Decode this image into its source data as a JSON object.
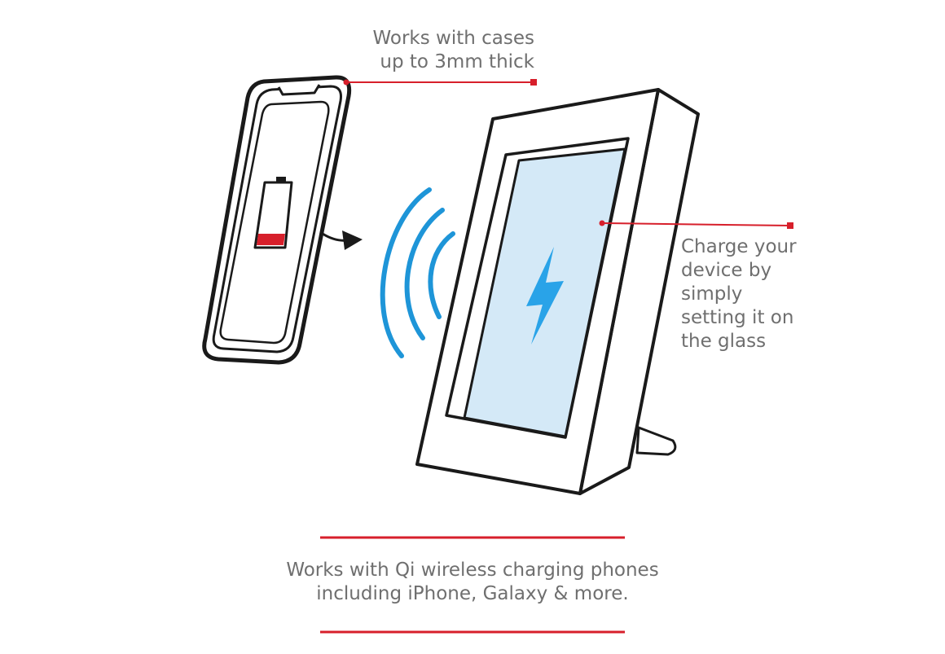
{
  "annotations": {
    "case_note": "Works with cases\nup to 3mm thick",
    "charge_note": "Charge your\ndevice by\nsimply\nsetting it on\nthe glass"
  },
  "footer": {
    "text": "Works with Qi wireless charging phones\nincluding iPhone, Galaxy & more."
  },
  "colors": {
    "accent_red": "#d71f2b",
    "glass_blue": "#d4e9f7",
    "bolt_blue": "#29a3e8",
    "wave_blue": "#1e95d8",
    "outline": "#1a1a1a",
    "text_gray": "#6f6f6f"
  },
  "icons": {
    "phone": "smartphone-icon",
    "battery": "low-battery-icon",
    "arrow": "arrow-right-icon",
    "waves": "wireless-waves-icon",
    "charger": "charging-frame-icon",
    "bolt": "lightning-bolt-icon"
  }
}
